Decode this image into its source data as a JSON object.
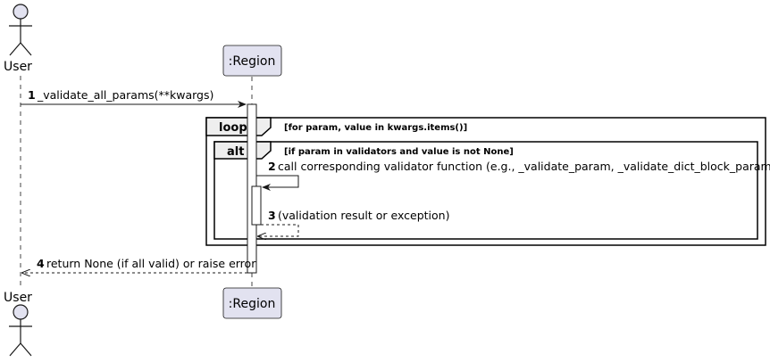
{
  "participants": {
    "user": "User",
    "region": ":Region"
  },
  "fragments": {
    "loop": {
      "keyword": "loop",
      "condition": "[for param, value in kwargs.items()]"
    },
    "alt": {
      "keyword": "alt",
      "condition": "[if param in validators and value is not None]"
    }
  },
  "messages": [
    {
      "number": "1",
      "text": "_validate_all_params(**kwargs)"
    },
    {
      "number": "2",
      "text": "call corresponding validator function (e.g., _validate_param, _validate_dict_block_param)"
    },
    {
      "number": "3",
      "text": "(validation result or exception)"
    },
    {
      "number": "4",
      "text": "return None (if all valid) or raise error"
    }
  ],
  "colors": {
    "participant_fill": "#E2E2F0",
    "participant_border": "#181818",
    "fragment_tab": "#EEEEEE",
    "lifeline": "#181818"
  }
}
